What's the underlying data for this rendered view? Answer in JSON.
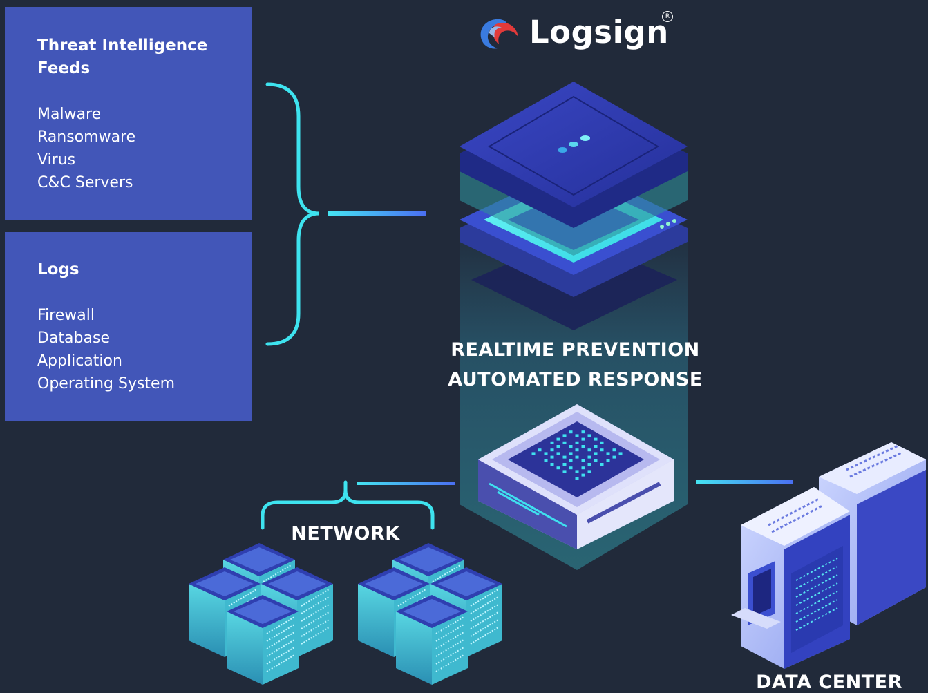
{
  "brand": {
    "name": "Logsign",
    "registered_mark": "R"
  },
  "threat_panel": {
    "title": "Threat Intelligence Feeds",
    "items": [
      "Malware",
      "Ransomware",
      "Virus",
      "C&C Servers"
    ]
  },
  "logs_panel": {
    "title": "Logs",
    "items": [
      "Firewall",
      "Database",
      "Application",
      "Operating System"
    ]
  },
  "core": {
    "line1": "REALTIME PREVENTION",
    "line2": "AUTOMATED RESPONSE"
  },
  "network": {
    "label": "NETWORK"
  },
  "data_center": {
    "label": "DATA CENTER"
  },
  "colors": {
    "background": "#212a3a",
    "panel": "#4256b8",
    "accent_cyan": "#3fe0ef",
    "accent_blue": "#4a73f0"
  }
}
